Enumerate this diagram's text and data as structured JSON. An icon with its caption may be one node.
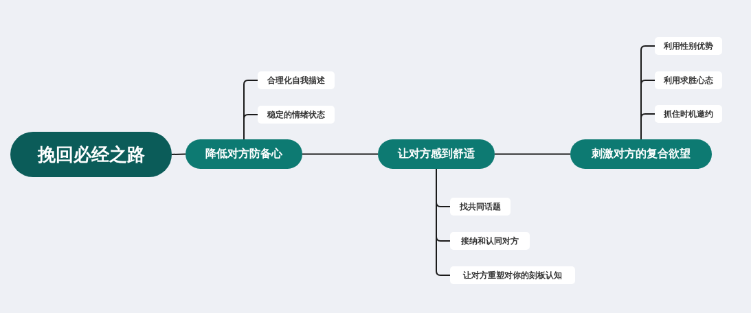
{
  "diagram": {
    "nodes": [
      {
        "text": [
          "挽回必经之路"
        ]
      },
      {
        "text": [
          "降低对方防备心"
        ]
      },
      {
        "text": [
          "合理化自我描述"
        ]
      },
      {
        "text": [
          "稳定的情绪状态"
        ]
      },
      {
        "text": [
          "让对方感到舒适"
        ]
      },
      {
        "text": [
          "找共同话题"
        ]
      },
      {
        "text": [
          "接纳和认同对方"
        ]
      },
      {
        "text": [
          "让对方重塑对你的刻板认知"
        ]
      },
      {
        "text": [
          "刺激对方的复合欲望"
        ]
      },
      {
        "text": [
          "利用性别优势"
        ]
      },
      {
        "text": [
          "利用求胜心态"
        ]
      },
      {
        "text": [
          "抓住时机邀约"
        ]
      }
    ],
    "edges": [
      {
        "from": 0,
        "to": 1,
        "arrow": "none"
      },
      {
        "from": 1,
        "to": 2,
        "arrow": "none"
      },
      {
        "from": 1,
        "to": 3,
        "arrow": "none"
      },
      {
        "from": 1,
        "to": 4,
        "arrow": "none"
      },
      {
        "from": 4,
        "to": 5,
        "arrow": "none"
      },
      {
        "from": 4,
        "to": 6,
        "arrow": "none"
      },
      {
        "from": 4,
        "to": 7,
        "arrow": "none"
      },
      {
        "from": 4,
        "to": 8,
        "arrow": "none"
      },
      {
        "from": 8,
        "to": 9,
        "arrow": "none"
      },
      {
        "from": 8,
        "to": 10,
        "arrow": "none"
      },
      {
        "from": 8,
        "to": 11,
        "arrow": "none"
      }
    ]
  }
}
